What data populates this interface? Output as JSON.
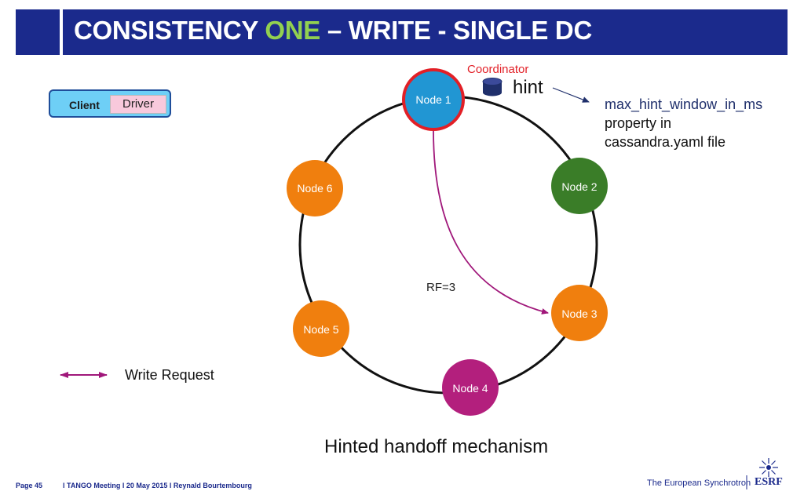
{
  "title": {
    "part1": "CONSISTENCY ",
    "highlight": "ONE",
    "part2": " – WRITE - SINGLE DC"
  },
  "client": {
    "label": "Client",
    "driver": "Driver"
  },
  "coordinator_label": "Coordinator",
  "hint_label": "hint",
  "hint_note": {
    "property": "max_hint_window_in_ms",
    "line2": "property in",
    "line3": "cassandra.yaml file"
  },
  "nodes": [
    {
      "label": "Node 1",
      "color": "#2196d3",
      "border": "#e21f26"
    },
    {
      "label": "Node 2",
      "color": "#3a7d28"
    },
    {
      "label": "Node 3",
      "color": "#f07f0e"
    },
    {
      "label": "Node 4",
      "color": "#b31f7d"
    },
    {
      "label": "Node 5",
      "color": "#f07f0e"
    },
    {
      "label": "Node 6",
      "color": "#f07f0e"
    }
  ],
  "rf_label": "RF=3",
  "legend_label": "Write Request",
  "caption": "Hinted handoff mechanism",
  "footer": {
    "page": "Page 45",
    "meeting": "l TANGO Meeting l 20 May 2015 l Reynald Bourtembourg",
    "org": "The European Synchrotron",
    "logo": "ESRF"
  },
  "colors": {
    "title_bg": "#1b2a8c",
    "highlight": "#92d050",
    "write_request": "#a0177a",
    "coordinator": "#e21f26"
  }
}
